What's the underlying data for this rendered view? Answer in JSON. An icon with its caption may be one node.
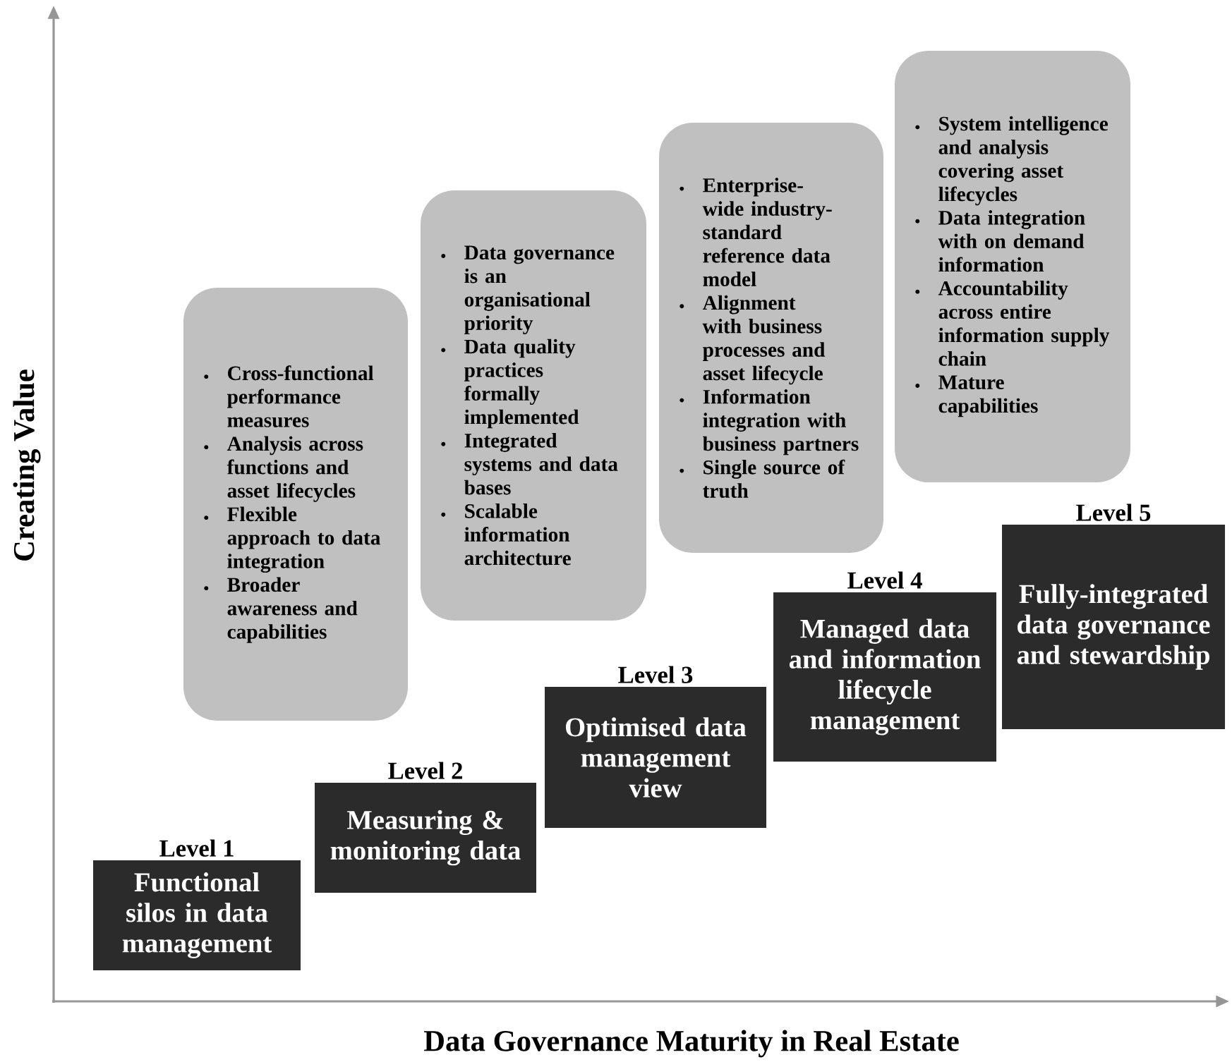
{
  "diagram": {
    "nodes": [
      {
        "text": [
          "Level 1",
          "Functional silos in data management"
        ]
      },
      {
        "text": [
          "Level 2",
          "Measuring & monitoring data"
        ]
      },
      {
        "text": [
          "Level 3",
          "Optimised data management view"
        ]
      },
      {
        "text": [
          "Level 4",
          "Managed data and information lifecycle management"
        ]
      },
      {
        "text": [
          "Level 5",
          "Fully-integrated data governance and stewardship"
        ]
      },
      {
        "text": [
          "Cross-functional performance measures",
          "Analysis across functions and asset lifecycles",
          "Flexible approach to data integration",
          "Broader awareness and capabilities"
        ]
      },
      {
        "text": [
          "Data governance is an organisational priority",
          "Data quality practices formally implemented",
          "Integrated systems and data bases",
          "Scalable information architecture"
        ]
      },
      {
        "text": [
          "Enterprise-wide industry-standard reference data model",
          "Alignment with business processes and asset lifecycle",
          "Information integration with business partners",
          "Single source of truth"
        ]
      },
      {
        "text": [
          "System intelligence and analysis covering asset lifecycles",
          "Data integration with on demand information",
          "Accountability across entire information supply chain",
          "Mature capabilities"
        ]
      }
    ],
    "labels": [
      "Creating Value",
      "Data Governance Maturity in Real Estate"
    ]
  }
}
